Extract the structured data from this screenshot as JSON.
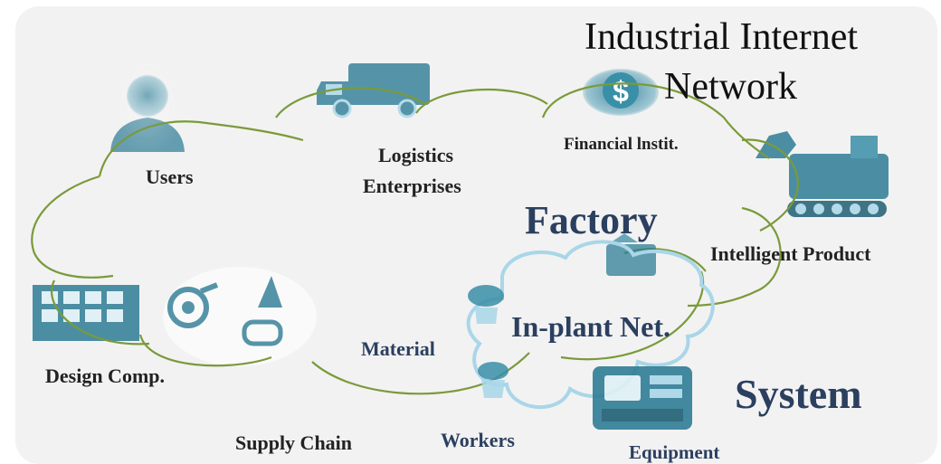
{
  "title_line1": "Industrial Internet",
  "title_line2": "Network",
  "nodes": {
    "users": "Users",
    "logistics_line1": "Logistics",
    "logistics_line2": "Enterprises",
    "financial": "Financial lnstit.",
    "intelligent_product": "Intelligent Product",
    "design_comp": "Design Comp.",
    "supply_chain": "Supply Chain",
    "material": "Material",
    "workers": "Workers",
    "equipment": "Equipment"
  },
  "factory": "Factory",
  "in_plant": "In-plant Net.",
  "system": "System",
  "icons": [
    "user-icon",
    "truck-icon",
    "dollar-icon",
    "excavator-icon",
    "building-icon",
    "robot-arm-icon",
    "plant-machinery-icon",
    "worker-icon",
    "machine-tool-icon"
  ],
  "colors": {
    "cloud_outline": "#7a9a3a",
    "inner_cloud": "#a9d6e8",
    "icon_teal": "#2f7d96",
    "navy_text": "#2b3f5f",
    "background": "#f2f2f2"
  }
}
